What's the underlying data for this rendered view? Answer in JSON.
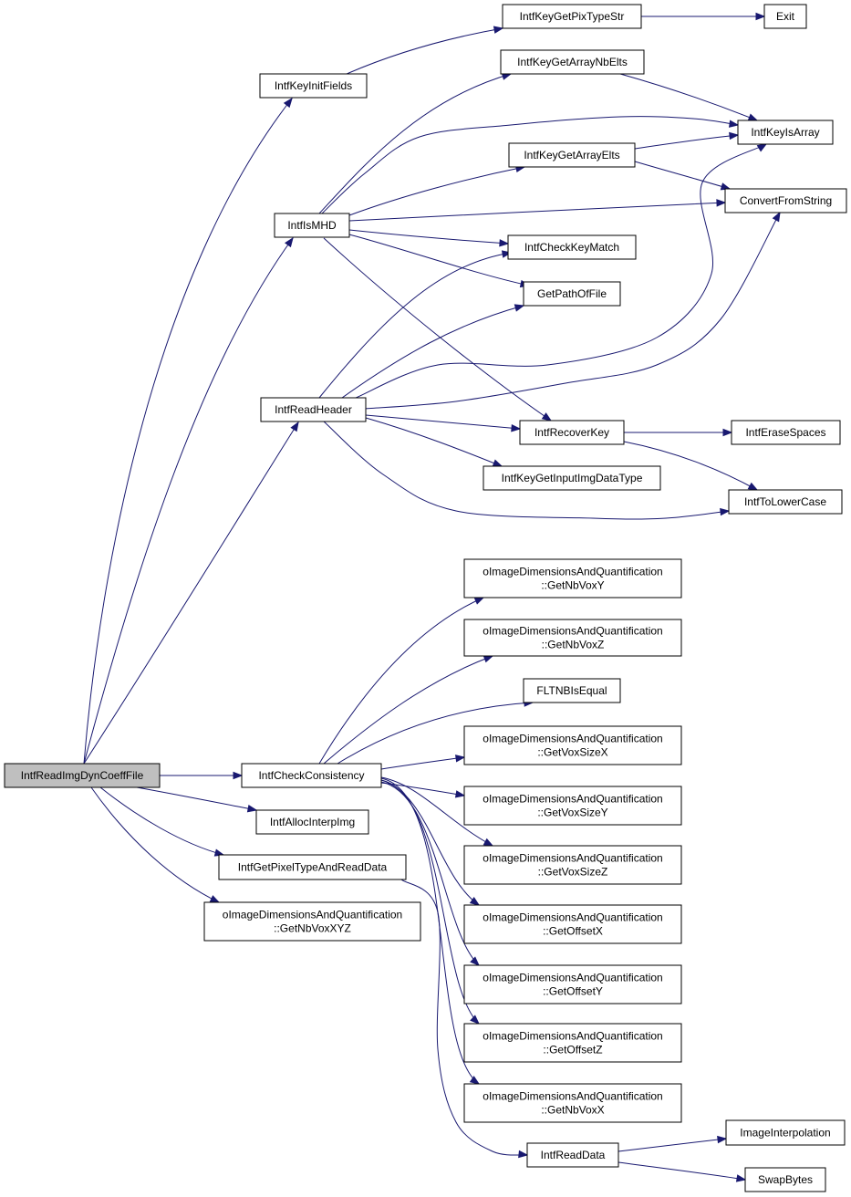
{
  "graph": {
    "colors": {
      "edge": "#191970",
      "node_border": "#000000",
      "root_fill": "#bfbfbf",
      "node_fill": "#ffffff"
    },
    "nodes": [
      {
        "id": "root",
        "lines": [
          "IntfReadImgDynCoeffFile"
        ],
        "root": true
      },
      {
        "id": "initfields",
        "lines": [
          "IntfKeyInitFields"
        ]
      },
      {
        "id": "pixtypestr",
        "lines": [
          "IntfKeyGetPixTypeStr"
        ]
      },
      {
        "id": "exit",
        "lines": [
          "Exit"
        ]
      },
      {
        "id": "arraynbelts",
        "lines": [
          "IntfKeyGetArrayNbElts"
        ]
      },
      {
        "id": "isarray",
        "lines": [
          "IntfKeyIsArray"
        ]
      },
      {
        "id": "arrayelts",
        "lines": [
          "IntfKeyGetArrayElts"
        ]
      },
      {
        "id": "ismhd",
        "lines": [
          "IntfIsMHD"
        ]
      },
      {
        "id": "convfromstring",
        "lines": [
          "ConvertFromString"
        ]
      },
      {
        "id": "checkkeymatch",
        "lines": [
          "IntfCheckKeyMatch"
        ]
      },
      {
        "id": "getpathoffile",
        "lines": [
          "GetPathOfFile"
        ]
      },
      {
        "id": "readheader",
        "lines": [
          "IntfReadHeader"
        ]
      },
      {
        "id": "recoverkey",
        "lines": [
          "IntfRecoverKey"
        ]
      },
      {
        "id": "erasespaces",
        "lines": [
          "IntfEraseSpaces"
        ]
      },
      {
        "id": "inputimgdatatype",
        "lines": [
          "IntfKeyGetInputImgDataType"
        ]
      },
      {
        "id": "tolowercase",
        "lines": [
          "IntfToLowerCase"
        ]
      },
      {
        "id": "getnbvoxy",
        "lines": [
          "oImageDimensionsAndQuantification",
          "::GetNbVoxY"
        ]
      },
      {
        "id": "getnbvoxz",
        "lines": [
          "oImageDimensionsAndQuantification",
          "::GetNbVoxZ"
        ]
      },
      {
        "id": "fltnbisequal",
        "lines": [
          "FLTNBIsEqual"
        ]
      },
      {
        "id": "checkconsistency",
        "lines": [
          "IntfCheckConsistency"
        ]
      },
      {
        "id": "getvoxsizex",
        "lines": [
          "oImageDimensionsAndQuantification",
          "::GetVoxSizeX"
        ]
      },
      {
        "id": "getvoxsizey",
        "lines": [
          "oImageDimensionsAndQuantification",
          "::GetVoxSizeY"
        ]
      },
      {
        "id": "allocinterpimg",
        "lines": [
          "IntfAllocInterpImg"
        ]
      },
      {
        "id": "getvoxsizez",
        "lines": [
          "oImageDimensionsAndQuantification",
          "::GetVoxSizeZ"
        ]
      },
      {
        "id": "getpixeltype",
        "lines": [
          "IntfGetPixelTypeAndReadData"
        ]
      },
      {
        "id": "getnbvoxxyz",
        "lines": [
          "oImageDimensionsAndQuantification",
          "::GetNbVoxXYZ"
        ]
      },
      {
        "id": "getoffsetx",
        "lines": [
          "oImageDimensionsAndQuantification",
          "::GetOffsetX"
        ]
      },
      {
        "id": "getoffsety",
        "lines": [
          "oImageDimensionsAndQuantification",
          "::GetOffsetY"
        ]
      },
      {
        "id": "getoffsetz",
        "lines": [
          "oImageDimensionsAndQuantification",
          "::GetOffsetZ"
        ]
      },
      {
        "id": "getnbvoxx",
        "lines": [
          "oImageDimensionsAndQuantification",
          "::GetNbVoxX"
        ]
      },
      {
        "id": "imageinterp",
        "lines": [
          "ImageInterpolation"
        ]
      },
      {
        "id": "readdata",
        "lines": [
          "IntfReadData"
        ]
      },
      {
        "id": "swapbytes",
        "lines": [
          "SwapBytes"
        ]
      }
    ],
    "edges": [
      {
        "from": "root",
        "to": "initfields"
      },
      {
        "from": "root",
        "to": "ismhd"
      },
      {
        "from": "root",
        "to": "readheader"
      },
      {
        "from": "root",
        "to": "checkconsistency"
      },
      {
        "from": "root",
        "to": "allocinterpimg"
      },
      {
        "from": "root",
        "to": "getpixeltype"
      },
      {
        "from": "root",
        "to": "getnbvoxxyz"
      },
      {
        "from": "initfields",
        "to": "pixtypestr"
      },
      {
        "from": "pixtypestr",
        "to": "exit"
      },
      {
        "from": "arraynbelts",
        "to": "isarray"
      },
      {
        "from": "arrayelts",
        "to": "isarray"
      },
      {
        "from": "arrayelts",
        "to": "convfromstring"
      },
      {
        "from": "ismhd",
        "to": "arraynbelts"
      },
      {
        "from": "ismhd",
        "to": "isarray"
      },
      {
        "from": "ismhd",
        "to": "arrayelts"
      },
      {
        "from": "ismhd",
        "to": "convfromstring"
      },
      {
        "from": "ismhd",
        "to": "checkkeymatch"
      },
      {
        "from": "ismhd",
        "to": "getpathoffile"
      },
      {
        "from": "ismhd",
        "to": "recoverkey"
      },
      {
        "from": "readheader",
        "to": "checkkeymatch"
      },
      {
        "from": "readheader",
        "to": "getpathoffile"
      },
      {
        "from": "readheader",
        "to": "isarray"
      },
      {
        "from": "readheader",
        "to": "convfromstring"
      },
      {
        "from": "readheader",
        "to": "recoverkey"
      },
      {
        "from": "readheader",
        "to": "inputimgdatatype"
      },
      {
        "from": "readheader",
        "to": "tolowercase"
      },
      {
        "from": "recoverkey",
        "to": "erasespaces"
      },
      {
        "from": "recoverkey",
        "to": "tolowercase"
      },
      {
        "from": "checkconsistency",
        "to": "getnbvoxy"
      },
      {
        "from": "checkconsistency",
        "to": "getnbvoxz"
      },
      {
        "from": "checkconsistency",
        "to": "fltnbisequal"
      },
      {
        "from": "checkconsistency",
        "to": "getvoxsizex"
      },
      {
        "from": "checkconsistency",
        "to": "getvoxsizey"
      },
      {
        "from": "checkconsistency",
        "to": "getvoxsizez"
      },
      {
        "from": "checkconsistency",
        "to": "getoffsetx"
      },
      {
        "from": "checkconsistency",
        "to": "getoffsety"
      },
      {
        "from": "checkconsistency",
        "to": "getoffsetz"
      },
      {
        "from": "checkconsistency",
        "to": "getnbvoxx"
      },
      {
        "from": "getpixeltype",
        "to": "readdata"
      },
      {
        "from": "readdata",
        "to": "imageinterp"
      },
      {
        "from": "readdata",
        "to": "swapbytes"
      }
    ]
  }
}
